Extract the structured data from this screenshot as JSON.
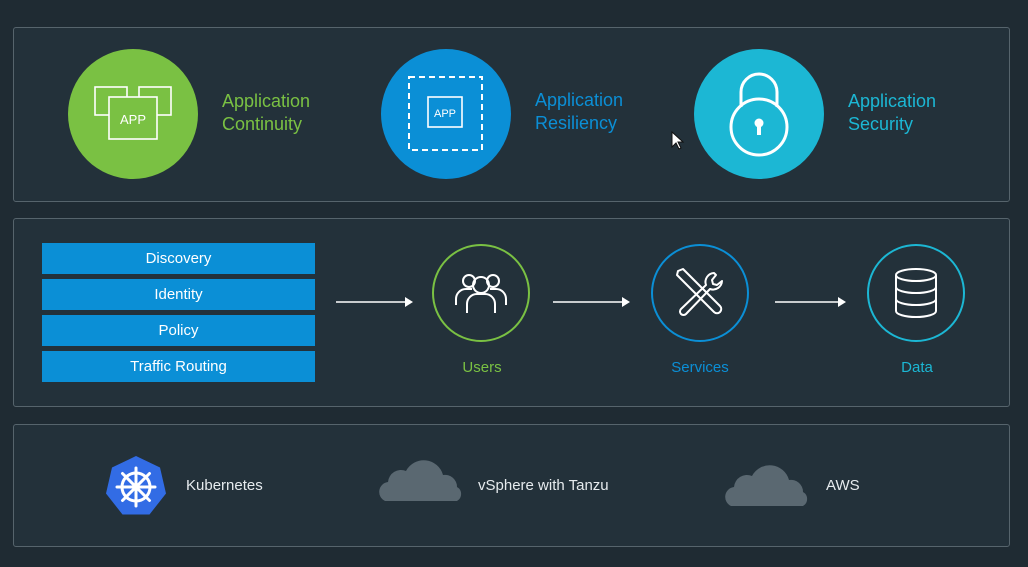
{
  "colors": {
    "background": "#1f2b33",
    "panel": "#23313a",
    "green": "#7ac143",
    "blue": "#0b8fd6",
    "cyan": "#1cb7d4",
    "cloud": "#5a6871",
    "kubernetes": "#326ce5"
  },
  "features": [
    {
      "label": "Application\nContinuity",
      "icon": "app-stack-icon",
      "color": "#7ac143",
      "icon_text": "APP"
    },
    {
      "label": "Application\nResiliency",
      "icon": "app-dashed-icon",
      "color": "#0b8fd6",
      "icon_text": "APP"
    },
    {
      "label": "Application\nSecurity",
      "icon": "lock-icon",
      "color": "#1cb7d4"
    }
  ],
  "stack": [
    "Discovery",
    "Identity",
    "Policy",
    "Traffic Routing"
  ],
  "flow": [
    {
      "label": "Users",
      "icon": "users-icon",
      "color": "#7ac143"
    },
    {
      "label": "Services",
      "icon": "tools-icon",
      "color": "#0b8fd6"
    },
    {
      "label": "Data",
      "icon": "database-icon",
      "color": "#1cb7d4"
    }
  ],
  "platforms": [
    {
      "label": "Kubernetes",
      "icon": "kubernetes-icon"
    },
    {
      "label": "vSphere with Tanzu",
      "icon": "cloud-icon"
    },
    {
      "label": "AWS",
      "icon": "cloud-icon"
    }
  ]
}
